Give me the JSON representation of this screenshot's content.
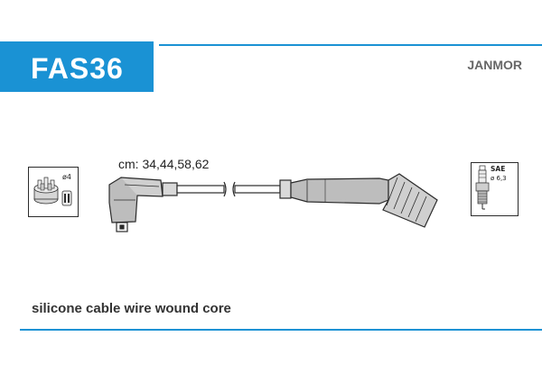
{
  "header": {
    "part_code": "FAS36",
    "brand": "JANMOR"
  },
  "cable": {
    "lengths_label": "cm: 34,44,58,62"
  },
  "distributor_icon": {
    "icon": "distributor-cap-icon",
    "label": "ø4"
  },
  "spark_plug_icon": {
    "icon": "spark-plug-icon",
    "standard": "SAE",
    "size": "ø 6,3"
  },
  "footer": {
    "description": "silicone cable wire wound core"
  },
  "colors": {
    "accent": "#1a92d4",
    "brand_text": "#666666",
    "drawing": "#2b2b2b",
    "drawing_fill": "#bdbdbd"
  }
}
